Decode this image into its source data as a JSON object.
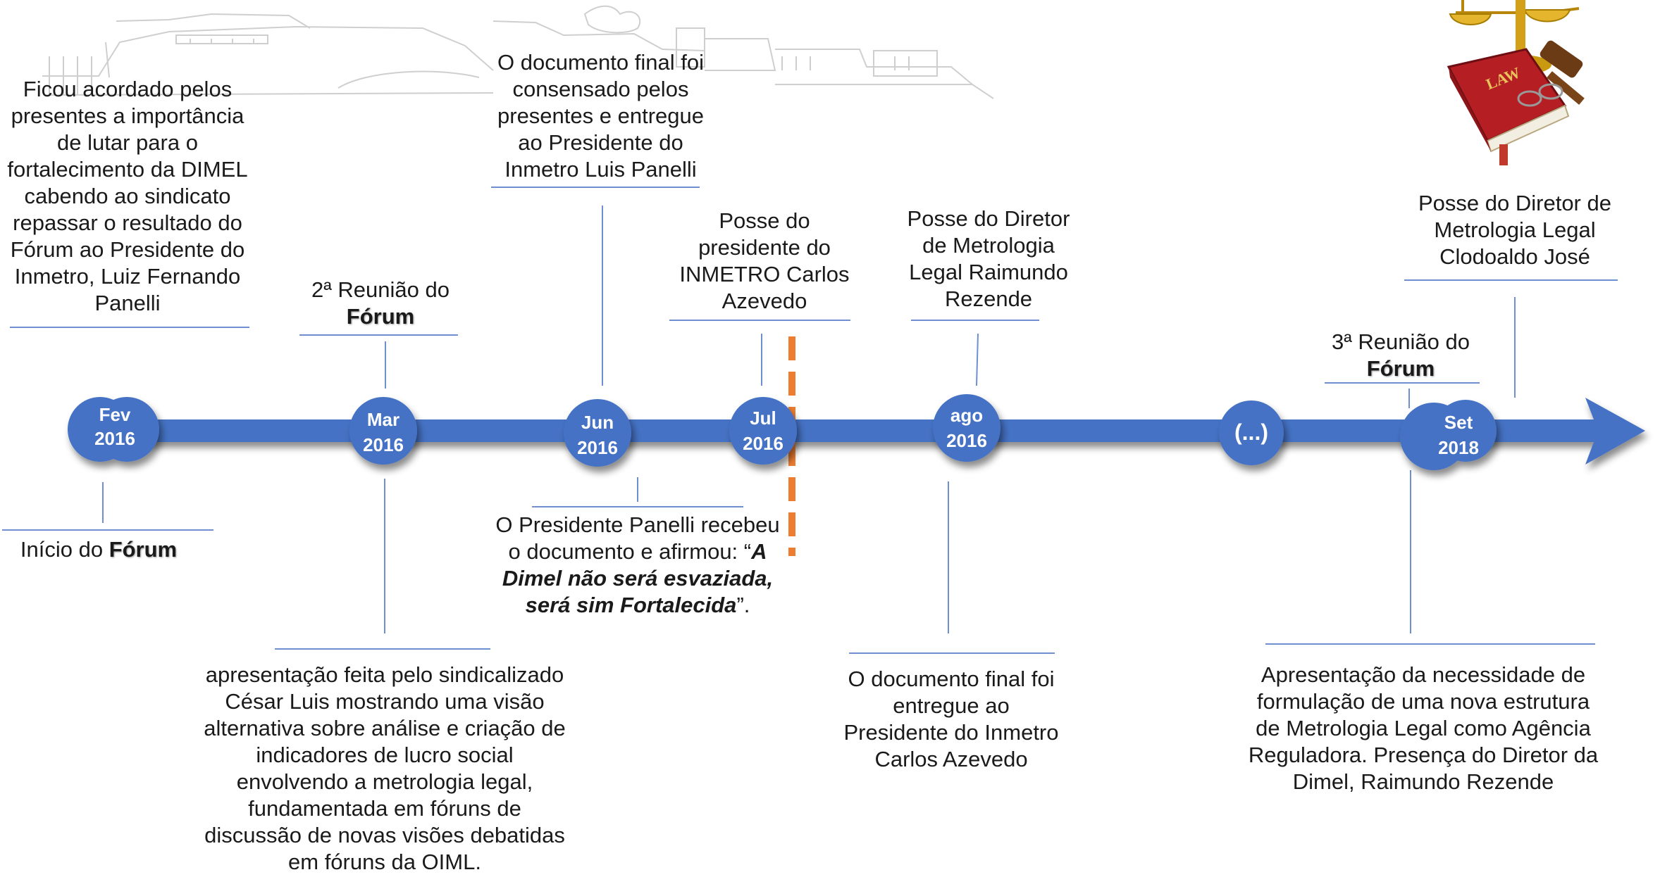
{
  "milestones": [
    {
      "line1": "Fev",
      "line2": "2016"
    },
    {
      "line1": "Mar",
      "line2": "2016"
    },
    {
      "line1": "Jun",
      "line2": "2016"
    },
    {
      "line1": "Jul",
      "line2": "2016"
    },
    {
      "line1": "ago",
      "line2": "2016"
    },
    {
      "line1": "(...)"
    },
    {
      "line1": "Set",
      "line2": "2018"
    }
  ],
  "notes": {
    "fev_above": "Ficou acordado pelos presentes a importância de lutar para o fortalecimento da DIMEL cabendo ao sindicato repassar o resultado do Fórum ao Presidente do Inmetro, Luiz Fernando Panelli",
    "fev_below_prefix": "Início do ",
    "fev_below_bold": "Fórum",
    "mar_above_prefix": "2ª Reunião do",
    "mar_above_bold": "Fórum",
    "mar_below": "apresentação feita pelo sindicalizado César Luis mostrando uma visão alternativa sobre análise e criação de indicadores de lucro social envolvendo a metrologia legal, fundamentada em fóruns de discussão de novas visões debatidas em fóruns da OIML.",
    "jun_above": "O documento final foi consensado pelos presentes e entregue ao Presidente do Inmetro Luis Panelli",
    "jun_below_prefix": "O Presidente Panelli recebeu o documento e afirmou: “",
    "jun_below_emph": "A Dimel não será esvaziada, será sim Fortalecida",
    "jun_below_suffix": "”.",
    "jul_above": "Posse do presidente do INMETRO Carlos Azevedo",
    "ago_above": "Posse do Diretor de Metrologia Legal Raimundo Rezende",
    "ago_below": "O documento final foi entregue ao Presidente do Inmetro Carlos Azevedo",
    "set_above_prefix": "3ª Reunião do",
    "set_above_bold": "Fórum",
    "set_far_above": "Posse do Diretor de Metrologia Legal Clodoaldo José",
    "set_below": "Apresentação da necessidade de formulação de uma nova estrutura de Metrologia Legal como Agência Reguladora. Presença do Diretor da Dimel, Raimundo Rezende"
  },
  "logo_text": "LAW",
  "colors": {
    "arrow": "#4472c4",
    "node": "#4472c4",
    "connector": "#6f8fd0",
    "divider": "#ed7d31",
    "text": "#1a1a1a"
  }
}
